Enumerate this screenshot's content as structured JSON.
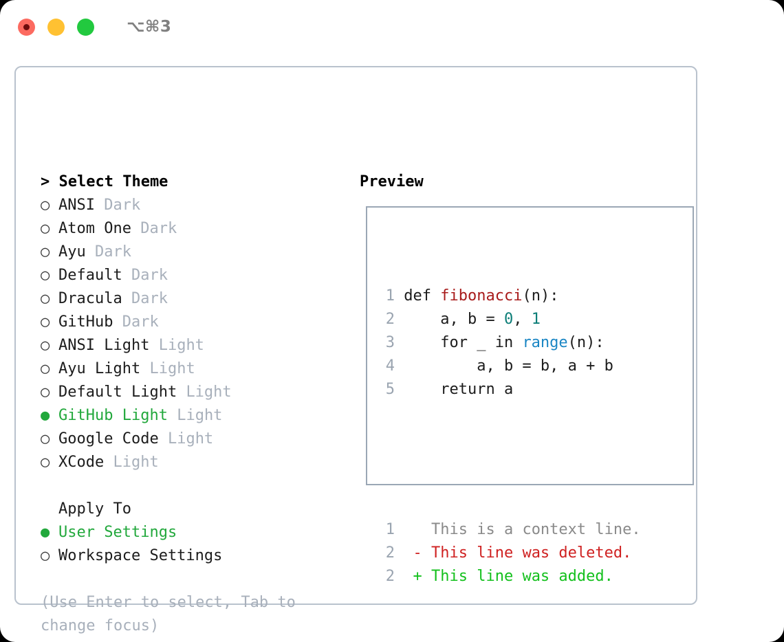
{
  "titlebar": {
    "shortcut": "⌥⌘3",
    "lights": [
      {
        "name": "close",
        "color": "#fc6a60"
      },
      {
        "name": "minimize",
        "color": "#ffc132"
      },
      {
        "name": "maximize",
        "color": "#22c93f"
      }
    ]
  },
  "theme_picker": {
    "header": "> Select Theme",
    "cursor": ">",
    "selected_marker": "●",
    "unselected_marker": "○",
    "items": [
      {
        "marker": "○",
        "label": "ANSI",
        "variant": "Dark",
        "selected": false
      },
      {
        "marker": "○",
        "label": "Atom One",
        "variant": "Dark",
        "selected": false
      },
      {
        "marker": "○",
        "label": "Ayu",
        "variant": "Dark",
        "selected": false
      },
      {
        "marker": "○",
        "label": "Default",
        "variant": "Dark",
        "selected": false
      },
      {
        "marker": "○",
        "label": "Dracula",
        "variant": "Dark",
        "selected": false
      },
      {
        "marker": "○",
        "label": "GitHub",
        "variant": "Dark",
        "selected": false
      },
      {
        "marker": "○",
        "label": "ANSI Light",
        "variant": "Light",
        "selected": false
      },
      {
        "marker": "○",
        "label": "Ayu Light",
        "variant": "Light",
        "selected": false
      },
      {
        "marker": "○",
        "label": "Default Light",
        "variant": "Light",
        "selected": false
      },
      {
        "marker": "●",
        "label": "GitHub Light",
        "variant": "Light",
        "selected": true
      },
      {
        "marker": "○",
        "label": "Google Code",
        "variant": "Light",
        "selected": false
      },
      {
        "marker": "○",
        "label": "XCode",
        "variant": "Light",
        "selected": false
      }
    ]
  },
  "apply_to": {
    "title": "Apply To",
    "items": [
      {
        "marker": "●",
        "label": "User Settings",
        "selected": true
      },
      {
        "marker": "○",
        "label": "Workspace Settings",
        "selected": false
      }
    ]
  },
  "hint": "(Use Enter to select, Tab to change focus)",
  "preview": {
    "title": "Preview",
    "code_lines": [
      {
        "number": "1",
        "tokens": [
          {
            "text": "def ",
            "type": "plain"
          },
          {
            "text": "fibonacci",
            "type": "fn"
          },
          {
            "text": "(n):",
            "type": "plain"
          }
        ]
      },
      {
        "number": "2",
        "tokens": [
          {
            "text": "    a, b = ",
            "type": "plain"
          },
          {
            "text": "0",
            "type": "num"
          },
          {
            "text": ", ",
            "type": "plain"
          },
          {
            "text": "1",
            "type": "num"
          }
        ]
      },
      {
        "number": "3",
        "tokens": [
          {
            "text": "    for _ in ",
            "type": "plain"
          },
          {
            "text": "range",
            "type": "builtin"
          },
          {
            "text": "(n):",
            "type": "plain"
          }
        ]
      },
      {
        "number": "4",
        "tokens": [
          {
            "text": "        a, b = b, a + b",
            "type": "plain"
          }
        ]
      },
      {
        "number": "5",
        "tokens": [
          {
            "text": "    return a",
            "type": "plain"
          }
        ]
      }
    ],
    "diff_lines": [
      {
        "number": "1",
        "sign": " ",
        "text": " This is a context line.",
        "kind": "ctx"
      },
      {
        "number": "2",
        "sign": "-",
        "text": " This line was deleted.",
        "kind": "del"
      },
      {
        "number": "2",
        "sign": "+",
        "text": " This line was added.",
        "kind": "add"
      }
    ]
  },
  "colors": {
    "accent_green": "#22a83c",
    "muted": "#a8b0bb",
    "border": "#b9c2cd",
    "preview_border": "#9ba7b5",
    "diff_add": "#13c01c",
    "diff_del": "#cf2121",
    "token_fn": "#a81b1b",
    "token_num": "#0b7d77",
    "token_builtin": "#1a86c4"
  }
}
